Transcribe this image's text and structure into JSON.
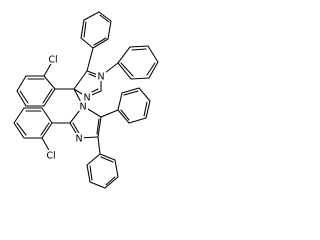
{
  "atom_labels": {
    "imidazole_top": {
      "n_right": "N",
      "n_bottom": "N"
    },
    "imidazole_bottom": {
      "n_top": "N",
      "n_left": "N"
    },
    "chlorine_top": "Cl",
    "chlorine_bottom": "Cl"
  },
  "colors": {
    "bond": "#000000",
    "background": "#ffffff",
    "text": "#000000"
  }
}
